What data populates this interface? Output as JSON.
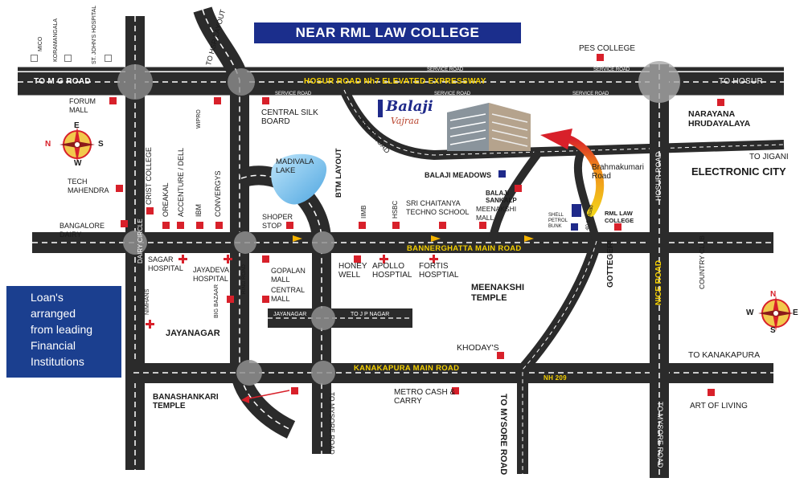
{
  "title": "NEAR RML LAW COLLEGE",
  "loan_box": [
    "Loan's",
    "arranged",
    "from leading",
    "Financial",
    "Institutions"
  ],
  "brand": {
    "name": "Balaji",
    "sub": "Vajraa"
  },
  "compass_letters": {
    "n": "N",
    "e": "E",
    "s": "S",
    "w": "W"
  },
  "roads": {
    "to_mg_road": "TO M G ROAD",
    "hosur_expressway": "HOSUR ROAD Nh7 ELEVATED EXPRESSWAY",
    "to_hosur": "TO HOSUR",
    "service_road": "SERVICE ROAD",
    "to_hsr_layout": "TO HSR LAYOUT",
    "begur_road": "BEGUR ROAD",
    "btm_layout": "BTM LAYOUT",
    "to_jigani": "TO JIGANI",
    "hosur_road_v": "HOSUR ROAD",
    "bannerghatta": "BANNERGHATTA MAIN ROAD",
    "ring_road": "RING ROAD",
    "dairy_circle": "DAIRY CIRCLE",
    "jayanagar": "JAYANAGAR",
    "to_jp_nagar": "TO J P NAGAR",
    "kanakapura": "KANAKAPURA MAIN ROAD",
    "nh209": "NH 209",
    "to_mysore_road": "TO MYSORE ROAD",
    "nice_road": "NICE ROAD",
    "gotteger": "GOTTEGERI",
    "ft40": "40 ft. Road"
  },
  "places": {
    "mico": "MICO",
    "koramangala": "KORAMANGALA",
    "st_johns": "ST. JOHN'S HOSPITAL",
    "forum_mall": "FORUM MALL",
    "central_silk_board": "CENTRAL SILK BOARD",
    "wipro": "WIPRO",
    "pes_college": "PES COLLEGE",
    "narayana": "NARAYANA HRUDAYALAYA",
    "tech_mahendra": "TECH MAHENDRA",
    "crist_college": "CRIST COLLEGE",
    "accenture": "ACCENTURE / DELL",
    "oreakal": "OREAKAL",
    "ibm": "IBM",
    "convergys": "CONVERGYS",
    "madivala_lake": "MADIVALA LAKE",
    "balaji_meadows": "BALAJI MEADOWS",
    "balaji_sankalp": "BALAJI SANKALP",
    "brahmakumari": "Brahmakumari Road",
    "electronic_city": "ELECTRONIC CITY",
    "bangalore_dairy": "BANGALORE DAIRY",
    "shoper_stop": "SHOPER STOP",
    "iimb": "IIMB",
    "hsbc": "HSBC",
    "sri_chaitanya": "SRI CHAITANYA TECHNO SCHOOL",
    "meenakshi_mall": "MEENAKSHI MALL",
    "shell": "SHELL PETROL BUNK",
    "rml_law": "RML LAW COLLEGE",
    "sagar": "SAGAR HOSPITAL",
    "jayadeva": "JAYADEVA HOSPITAL",
    "gopalan": "GOPALAN MALL",
    "honey_well": "HONEY WELL",
    "apollo": "APOLLO HOSPTIAL",
    "fortis": "FORTIS HOSPTIAL",
    "meenakshi_temple": "MEENAKSHI TEMPLE",
    "country_club": "COUNTRY CLUB",
    "central_mall": "CENTRAL MALL",
    "big_bazaar": "BIG BAZAAR",
    "nimhans": "NIMHANS",
    "khodays": "KHODAY'S",
    "to_kanakapura": "TO KANAKAPURA",
    "banashankari": "BANASHANKARI TEMPLE",
    "metro": "METRO CASH & CARRY",
    "art_of_living": "ART OF LIVING"
  },
  "colors": {
    "road": "#2b2b2b",
    "lane_dash": "#ffffff",
    "title_bg": "#1b2e8c",
    "marker": "#d8202a",
    "road_label": "#f5d000"
  }
}
